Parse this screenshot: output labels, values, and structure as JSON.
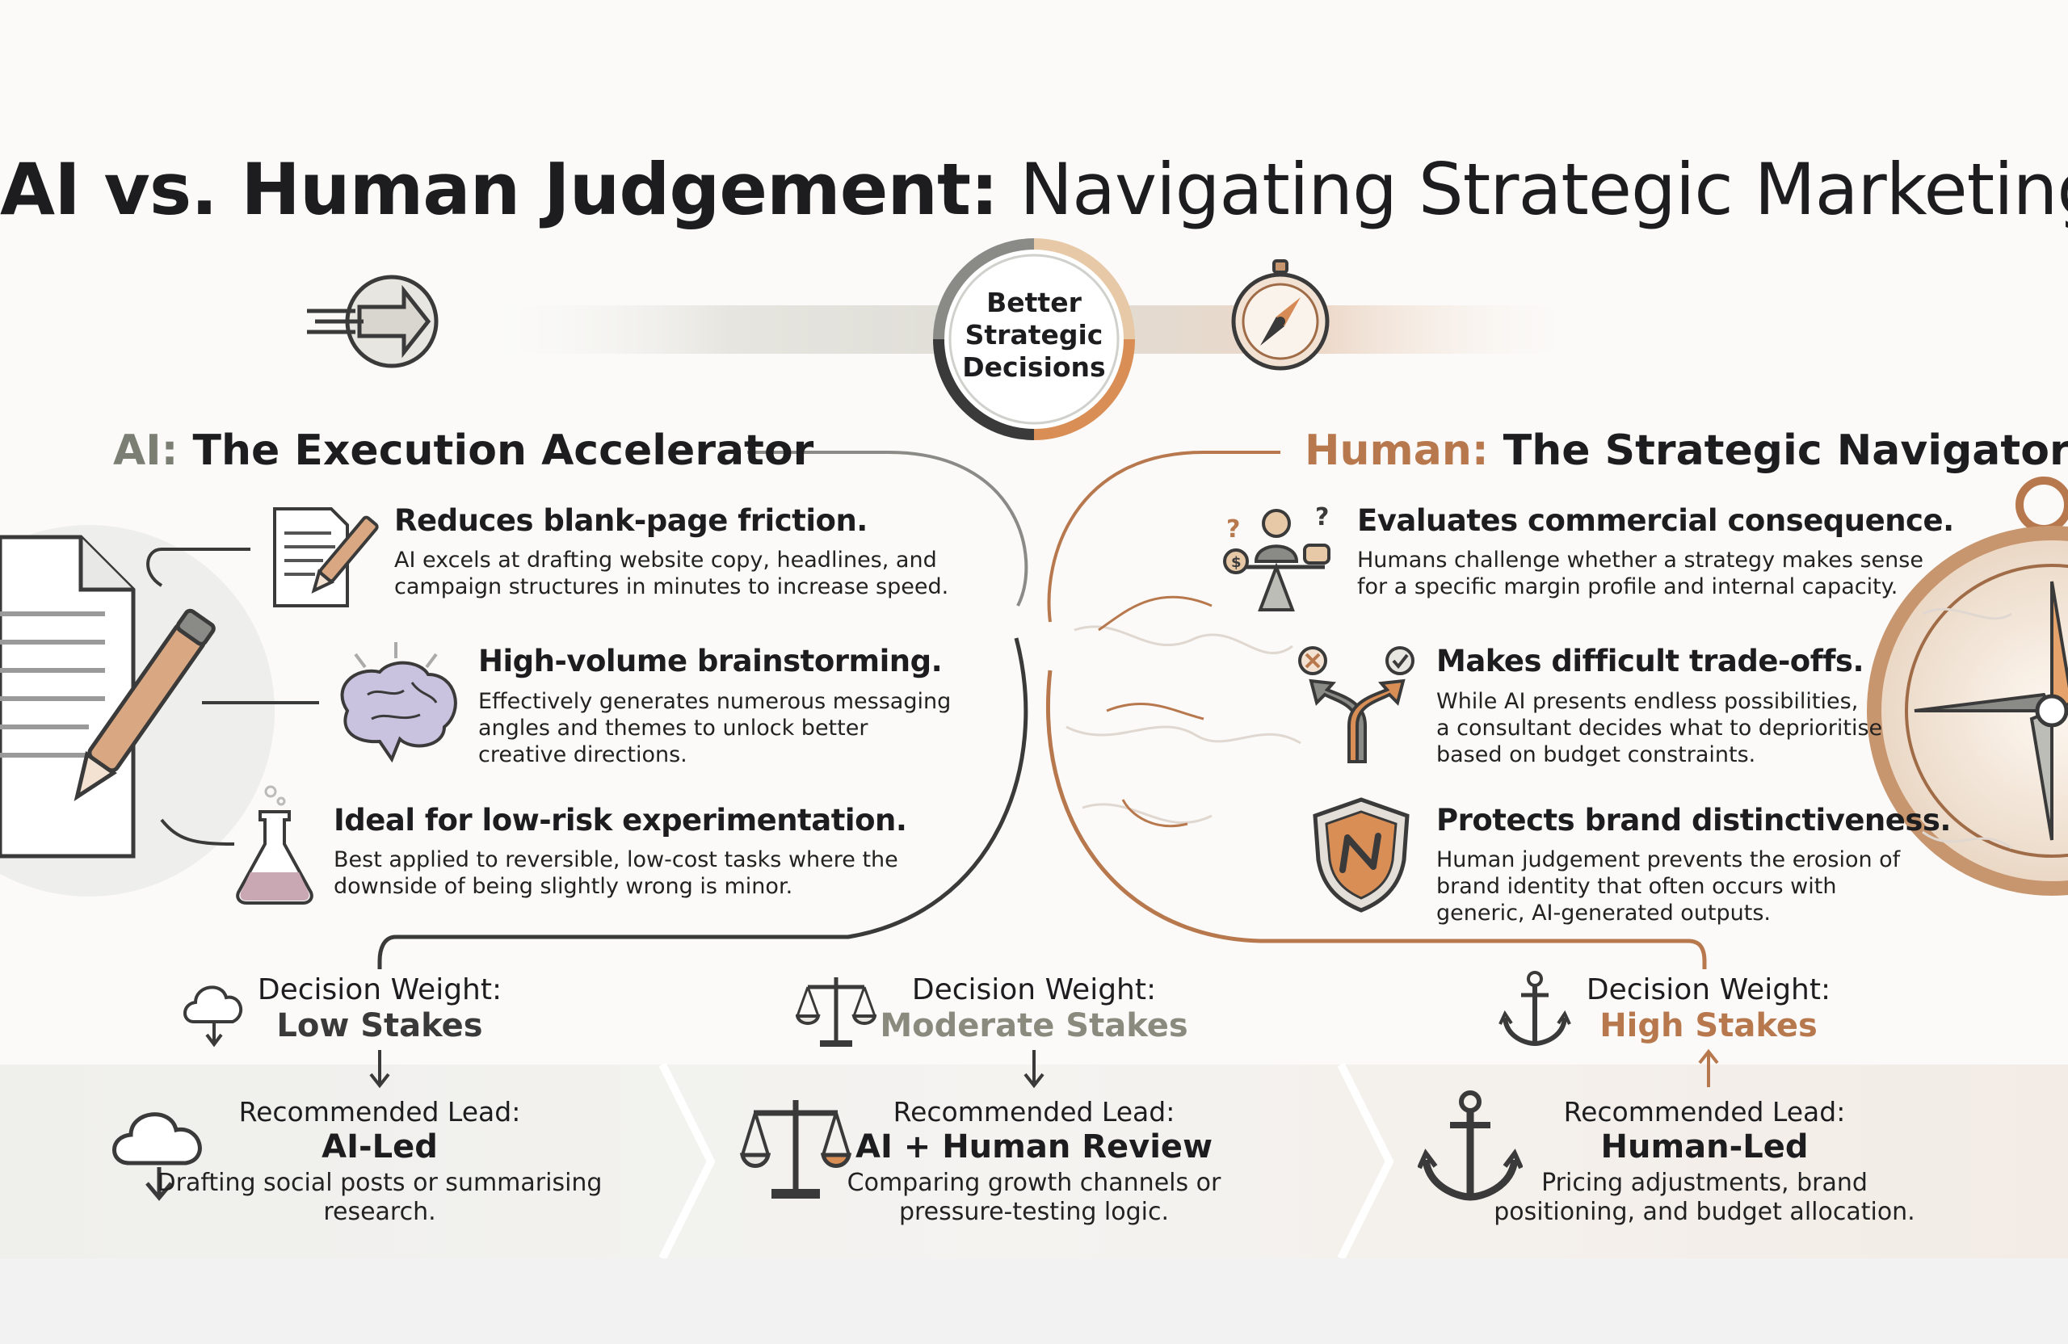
{
  "title": {
    "bold": "AI vs. Human Judgement:",
    "light": "Navigating Strategic Marketing"
  },
  "hub": {
    "text": "Better Strategic Decisions"
  },
  "ai_column": {
    "heading_accent": "AI:",
    "heading_rest": "The Execution Accelerator",
    "items": [
      {
        "icon": "document-pen-icon",
        "title": "Reduces blank-page friction.",
        "lines": [
          "AI excels at drafting website copy, headlines, and",
          "campaign structures in minutes to increase speed."
        ]
      },
      {
        "icon": "brain-icon",
        "title": "High-volume brainstorming.",
        "lines": [
          "Effectively generates numerous messaging",
          "angles and themes to unlock better",
          "creative directions."
        ]
      },
      {
        "icon": "flask-icon",
        "title": "Ideal for low-risk experimentation.",
        "lines": [
          "Best applied to reversible, low-cost tasks where the",
          "downside of being slightly wrong is minor."
        ]
      }
    ]
  },
  "human_column": {
    "heading_accent": "Human:",
    "heading_rest": "The Strategic Navigator",
    "items": [
      {
        "icon": "person-scale-icon",
        "title": "Evaluates commercial consequence.",
        "lines": [
          "Humans challenge whether a strategy makes sense",
          "for a specific margin profile and internal capacity."
        ]
      },
      {
        "icon": "split-arrow-icon",
        "title": "Makes difficult trade-offs.",
        "lines": [
          "While AI presents endless possibilities,",
          "a consultant decides what to deprioritise",
          "based on budget constraints."
        ]
      },
      {
        "icon": "shield-icon",
        "title": "Protects brand distinctiveness.",
        "lines": [
          "Human judgement prevents the erosion of",
          "brand identity that often occurs with",
          "generic, AI-generated outputs."
        ]
      }
    ]
  },
  "decision_weights": [
    {
      "icon": "cloud-download-icon",
      "label": "Decision Weight:",
      "value": "Low Stakes",
      "value_accent": "",
      "color": "#3a3a3a"
    },
    {
      "icon": "balance-scale-icon",
      "label": "Decision Weight:",
      "value": "Stakes",
      "value_accent": "Moderate",
      "color": "#8a8a7e"
    },
    {
      "icon": "anchor-icon",
      "label": "Decision Weight:",
      "value": "High Stakes",
      "value_accent": "",
      "color": "#b8784e"
    }
  ],
  "recommendations": [
    {
      "icon": "cloud-download-icon",
      "label": "Recommended Lead:",
      "value": "AI-Led",
      "desc": "Drafting social posts or summarising research."
    },
    {
      "icon": "balance-scale-icon",
      "label": "Recommended Lead:",
      "value": "AI + Human Review",
      "desc": "Comparing growth channels or pressure-testing logic."
    },
    {
      "icon": "anchor-icon",
      "label": "Recommended Lead:",
      "value": "Human-Led",
      "desc": "Pricing adjustments, brand positioning, and budget allocation."
    }
  ],
  "colors": {
    "ai_accent": "#7b7f73",
    "human_accent": "#b8784e",
    "dark": "#3a3a3a"
  }
}
